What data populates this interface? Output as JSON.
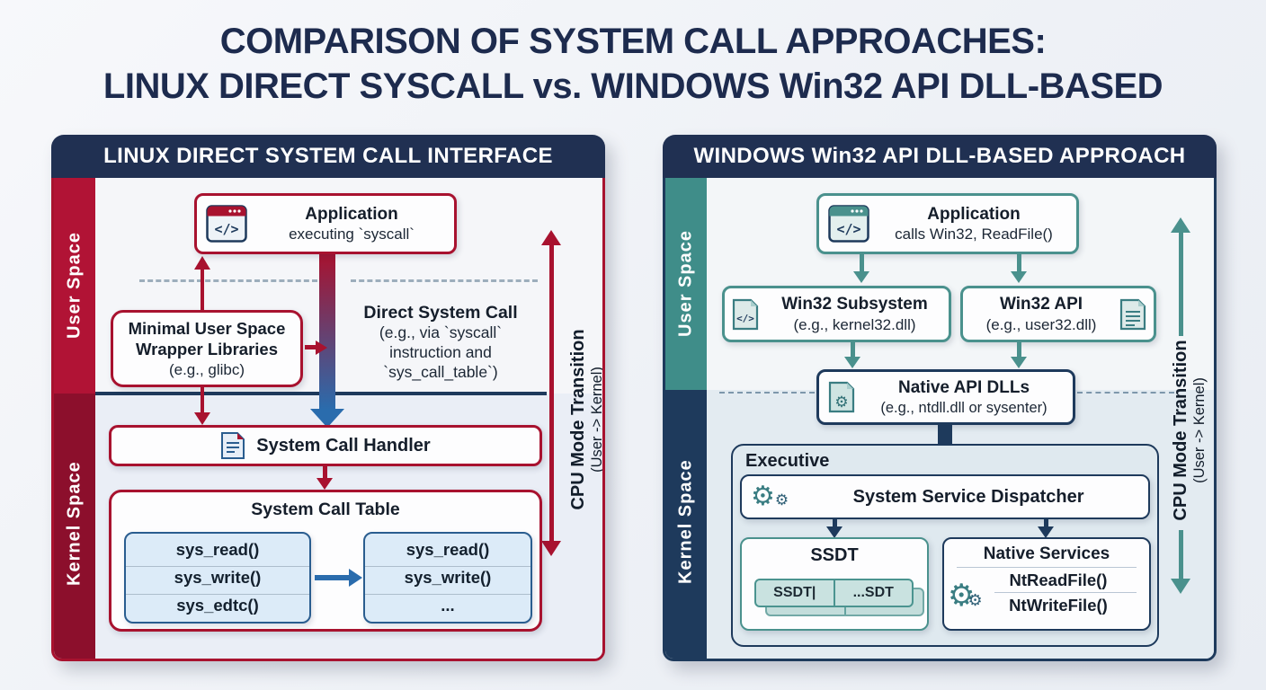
{
  "title": {
    "line1": "COMPARISON OF SYSTEM CALL APPROACHES:",
    "line2": "LINUX DIRECT SYSCALL vs. WINDOWS Win32 API DLL-BASED"
  },
  "colors": {
    "crimson": "#a8122f",
    "kernel_red": "#8c0f2c",
    "user_red": "#b11335",
    "teal": "#4a918d",
    "sidebar_teal": "#3f8d89",
    "navy": "#1e3a5c",
    "header_navy": "#203052",
    "steel_blue": "#2a6cad",
    "syscall_box_bg": "#dcebf8"
  },
  "icons": {
    "code_glyph": "</>",
    "gear_glyph": "⚙",
    "dots_glyph": "•••",
    "ellipsis": "..."
  },
  "linux": {
    "header": "LINUX DIRECT SYSTEM CALL INTERFACE",
    "user_space": "User Space",
    "kernel_space": "Kernel Space",
    "application": {
      "title": "Application",
      "subtitle": "executing `syscall`"
    },
    "wrapper": {
      "l1": "Minimal User Space",
      "l2": "Wrapper Libraries",
      "l3": "(e.g., glibc)"
    },
    "direct": {
      "l1": "Direct System Call",
      "l2": "(e.g., via `syscall`",
      "l3": "instruction and",
      "l4": "`sys_call_table`)"
    },
    "cpu": {
      "l1": "CPU Mode Transition",
      "l2": "(User -> Kernel)"
    },
    "handler": "System Call Handler",
    "table": {
      "title": "System Call Table",
      "left": [
        "sys_read()",
        "sys_write()",
        "sys_edtc()"
      ],
      "right": [
        "sys_read()",
        "sys_write()",
        "..."
      ]
    }
  },
  "windows": {
    "header": "WINDOWS Win32 API DLL-BASED APPROACH",
    "user_space": "User Space",
    "kernel_space": "Kernel Space",
    "application": {
      "title": "Application",
      "subtitle": "calls Win32, ReadFile()"
    },
    "subsystem": {
      "l1": "Win32 Subsystem",
      "l2": "(e.g., kernel32.dll)"
    },
    "api": {
      "l1": "Win32 API",
      "l2": "(e.g., user32.dll)"
    },
    "native": {
      "l1": "Native API DLLs",
      "l2": "(e.g., ntdll.dll or sysenter)"
    },
    "executive": "Executive",
    "dispatcher": "System Service Dispatcher",
    "ssdt": {
      "title": "SSDT",
      "cells": [
        "SSDT|",
        "...SDT"
      ]
    },
    "services": {
      "title": "Native Services",
      "items": [
        "NtReadFile()",
        "NtWriteFile()"
      ]
    },
    "cpu": {
      "l1": "CPU Mode Transition",
      "l2": "(User -> Kernel)"
    }
  }
}
